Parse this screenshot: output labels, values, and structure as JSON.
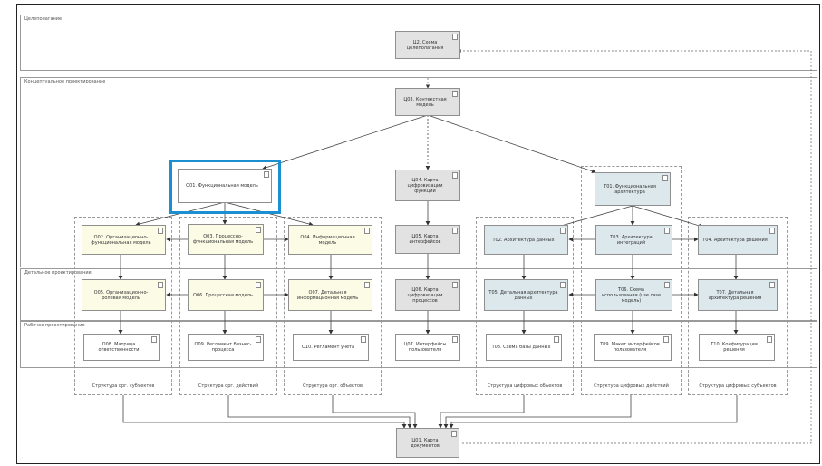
{
  "lanes": {
    "l1": "Целеполагание",
    "l2": "Концептуальное проектирование",
    "l3": "Детальное проектирование",
    "l4": "Рабочее проектирование"
  },
  "groups": {
    "g1": "Структура орг. субъектов",
    "g2": "Структура орг. действий",
    "g3": "Структура орг. объектов",
    "g4": "Структура цифровых объектов",
    "g5": "Структура цифровых действий",
    "g6": "Структура цифровых субъектов"
  },
  "nodes": {
    "n_scheme": "Ц2. Схема целеполагания",
    "n_context": "Ц03. Контекстная модель",
    "n_func": "О01. Функциональная модель",
    "n_digit": "Ц04. Карта цифровизации функций",
    "n_tfunc": "Т01. Функциональная архитектура",
    "n_orgfunc": "О02. Организационно-функциональная модель",
    "n_procfunc": "О03. Процессно-функциональная модель",
    "n_info": "О04. Информационная модель",
    "n_intf": "Ц05. Карта интерфейсов",
    "n_data": "Т02. Архитектура данных",
    "n_integ": "Т03. Архитектура интеграций",
    "n_appl": "Т04. Архитектура решения",
    "n_orgrole": "О05. Организационно-ролевая модель",
    "n_proc": "О06. Процессная модель",
    "n_detinfo": "О07. Детальная информационная модель",
    "n_digproc": "Ц06. Карта цифровизации процессов",
    "n_detdata": "Т05. Детальная архитектура данных",
    "n_usecase": "Т06. Схема использования (use case модель)",
    "n_detappl": "Т07. Детальная архитектура решения",
    "n_matrix": "О08. Матрица ответственности",
    "n_regl": "О09. Регламент бизнес-процесса",
    "n_rules": "О10. Регламент учета",
    "n_users": "Ц07. Интерфейсы пользователя",
    "n_db": "Т08. Схема базы данных",
    "n_mockups": "Т09. Макет интерфейсов пользователя",
    "n_config": "Т10. Конфигурация решения",
    "n_map": "Ц01. Карта документов"
  },
  "colors": {
    "highlight": "#1b8fcf",
    "gray_node": "#e2e2e2",
    "yellow_node": "#fbfbe6",
    "blue_node": "#dde8ec"
  }
}
